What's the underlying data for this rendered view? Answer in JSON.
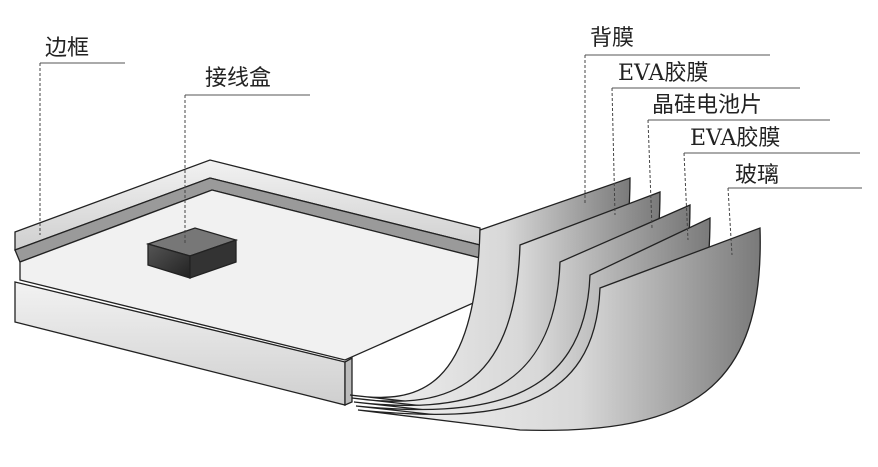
{
  "title": "晶硅光伏组件结构示意图",
  "labels": {
    "frame": "边框",
    "junction_box": "接线盒",
    "backsheet": "背膜",
    "eva_top": "EVA胶膜",
    "cells": "晶硅电池片",
    "eva_bottom": "EVA胶膜",
    "glass": "玻璃"
  }
}
